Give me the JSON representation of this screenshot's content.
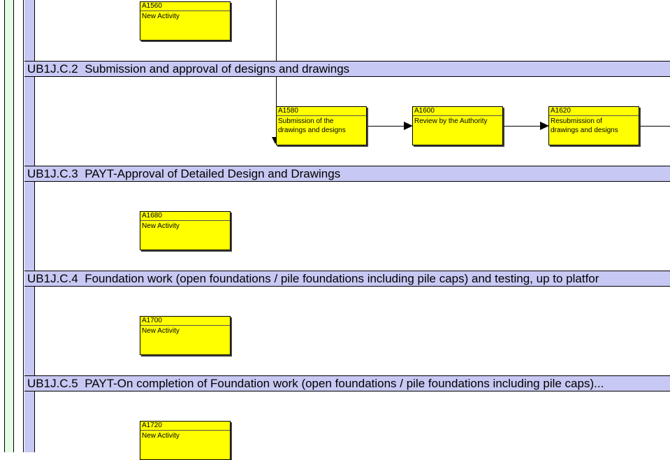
{
  "bands": [
    {
      "code": "UB1J.C.2",
      "title": "Submission and approval of designs and drawings"
    },
    {
      "code": "UB1J.C.3",
      "title": "PAYT-Approval of Detailed Design and Drawings"
    },
    {
      "code": "UB1J.C.4",
      "title": "Foundation work (open foundations / pile foundations including pile caps) and testing, up to platfor"
    },
    {
      "code": "UB1J.C.5",
      "title": "PAYT-On completion of Foundation work (open foundations / pile foundations including pile caps)..."
    }
  ],
  "activities": [
    {
      "id": "A1560",
      "name": "New Activity"
    },
    {
      "id": "A1580",
      "name": "Submission of the\ndrawings and designs"
    },
    {
      "id": "A1600",
      "name": "Review by the Authority"
    },
    {
      "id": "A1620",
      "name": "Resubmission of\ndrawings and designs"
    },
    {
      "id": "A1680",
      "name": "New Activity"
    },
    {
      "id": "A1700",
      "name": "New Activity"
    },
    {
      "id": "A1720",
      "name": "New Activity"
    }
  ],
  "colors": {
    "band": "#c8c8f4",
    "activity": "#ffff00",
    "gutter_green": "#e4fbe4"
  }
}
